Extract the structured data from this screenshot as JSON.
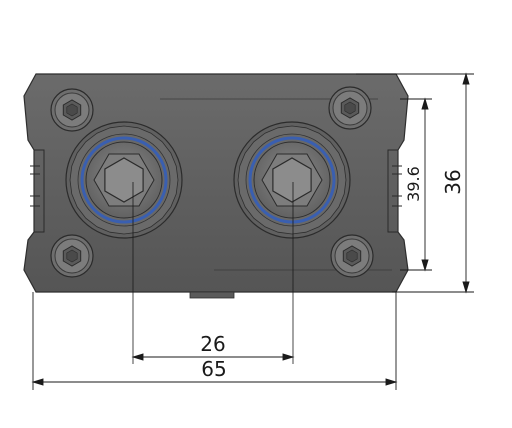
{
  "dimensions": {
    "hole_spacing": "26",
    "overall_width": "65",
    "inner_height": "39.6",
    "overall_height": "36"
  },
  "colors": {
    "body_fill": "#5d5d5d",
    "body_dark": "#4a4a4a",
    "nut_fill": "#7a7a7a",
    "seal_ring": "#3a5fb0",
    "dimension_line": "#1a1a1a"
  },
  "parts": {
    "ports": 2,
    "corner_screws": 4,
    "screw_icon": "hex-socket-screw-icon",
    "port_icon": "hex-port-fitting-icon"
  }
}
